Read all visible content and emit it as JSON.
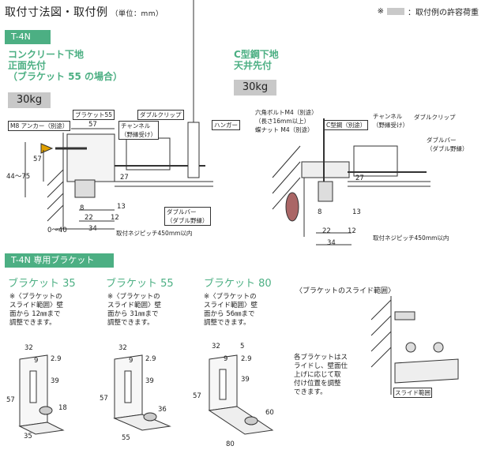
{
  "header": {
    "title": "取付寸法図・取付例",
    "unit": "（単位：mm）",
    "legend_mark": "※",
    "legend_text": "：取付例の許容荷重",
    "legend_color": "#c9c9c9"
  },
  "section1": {
    "badge": "T-4N",
    "badge_color": "#4caf83",
    "left": {
      "line1": "コンクリート下地",
      "line2": "正面先付",
      "line3": "（ブラケット 55 の場合）",
      "load": "30kg",
      "labels": {
        "anchor": "M8 アンカー（別途）",
        "bracket": "ブラケット55",
        "double_clip": "ダブルクリップ",
        "channel1": "チャンネル",
        "channel2": "（野縁受け）",
        "hanger": "ハンガー",
        "double_bar1": "ダブルバー",
        "double_bar2": "（ダブル野縁）",
        "pitch": "取付ネジピッチ450mm以内"
      },
      "dims": {
        "d57_top": "57",
        "d57_side": "57",
        "d44_75": "44～75",
        "d27": "27",
        "d8": "8",
        "d13": "13",
        "d22": "22",
        "d12": "12",
        "d0_40": "0～40",
        "d34": "34"
      }
    },
    "right": {
      "line1": "C型鋼下地",
      "line2": "天井先付",
      "load": "30kg",
      "labels": {
        "bolt1": "六角ボルトM4（別途）",
        "bolt2": "（長さ16mm以上）",
        "bolt3": "蝶ナット M4（別途）",
        "c_steel": "C型鋼（別途）",
        "channel1": "チャンネル",
        "channel2": "（野縁受け）",
        "double_clip": "ダブルクリップ",
        "double_bar1": "ダブルバー",
        "double_bar2": "（ダブル野縁）",
        "pitch": "取付ネジピッチ450mm以内"
      },
      "dims": {
        "d27": "27",
        "d8": "8",
        "d13": "13",
        "d22": "22",
        "d12": "12",
        "d34": "34"
      }
    }
  },
  "section2": {
    "badge": "T-4N 専用ブラケット",
    "brackets": [
      {
        "name": "ブラケット 35",
        "note1": "※〈ブラケットの",
        "note2": "スライド範囲〉壁",
        "note3": "面から 12㎜まで",
        "note4": "調整できます。",
        "dims": {
          "top": "32",
          "a": "9",
          "b": "2.9",
          "c": "39",
          "side": "57",
          "d": "18",
          "bottom": "35"
        }
      },
      {
        "name": "ブラケット 55",
        "note1": "※〈ブラケットの",
        "note2": "スライド範囲〉壁",
        "note3": "面から 31㎜まで",
        "note4": "調整できます。",
        "dims": {
          "top": "32",
          "a": "9",
          "b": "2.9",
          "c": "39",
          "side": "57",
          "d": "36",
          "bottom": "55"
        }
      },
      {
        "name": "ブラケット 80",
        "note1": "※〈ブラケットの",
        "note2": "スライド範囲〉壁",
        "note3": "面から 56㎜まで",
        "note4": "調整できます。",
        "dims": {
          "top": "32",
          "top2": "5",
          "a": "9",
          "b": "2.9",
          "c": "39",
          "side": "57",
          "d": "60",
          "bottom": "80"
        }
      }
    ],
    "slide": {
      "title": "〈ブラケットのスライド範囲〉",
      "desc1": "各ブラケットはス",
      "desc2": "ライドし、壁面仕",
      "desc3": "上げに応じて取",
      "desc4": "付け位置を調整",
      "desc5": "できます。",
      "range_label": "スライド範囲"
    }
  }
}
